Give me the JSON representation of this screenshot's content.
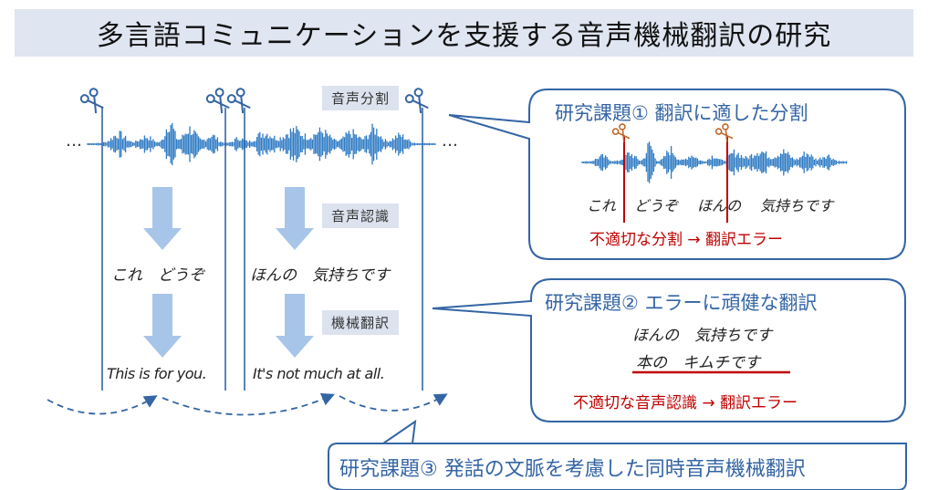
{
  "title": "多言語コミュニケーションを支援する音声機械翻訳の研究",
  "left": {
    "labels": {
      "segmentation": "音声分割",
      "recognition": "音声認識",
      "translation": "機械翻訳"
    },
    "ellipsis_left": "…",
    "ellipsis_right": "…",
    "segment1": {
      "ja": "これ　どうぞ",
      "en": "This is for you."
    },
    "segment2": {
      "ja": "ほんの　気持ちです",
      "en": "It's not much at all."
    }
  },
  "callout1": {
    "title": "研究課題① 翻訳に適した分割",
    "words": [
      "これ",
      "どうぞ",
      "ほんの",
      "気持ちです"
    ],
    "note": "不適切な分割 → 翻訳エラー"
  },
  "callout2": {
    "title": "研究課題② エラーに頑健な翻訳",
    "line1": "ほんの　気持ちです",
    "line2": "本の　キムチです",
    "note": "不適切な音声認識 → 翻訳エラー"
  },
  "callout3": {
    "title": "研究課題③ 発話の文脈を考慮した同時音声機械翻訳"
  },
  "colors": {
    "accent": "#3465a4",
    "wave": "#2e7bc4",
    "arrow": "#a7c5e8",
    "error": "#c00000",
    "title_bg": "#dfe5f1"
  }
}
